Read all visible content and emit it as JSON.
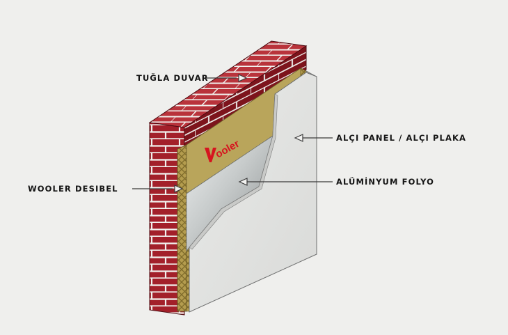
{
  "labels": {
    "brick_wall": "TUĞLA DUVAR",
    "insulation": "WOOLER DESIBEL",
    "gypsum_board": "ALÇI PANEL / ALÇI PLAKA",
    "aluminium_foil": "ALÜMİNYUM FOLYO"
  },
  "brand": {
    "logo_text": "Wooler"
  },
  "colors": {
    "background": "#efefed",
    "brick": "#a3202a",
    "brick_dark": "#6e1018",
    "mortar": "#f1f1ee",
    "insulation": "#b9a55b",
    "foil": "#bfc3c4",
    "board": "#e2e3e1",
    "logo_accent": "#d6141f"
  },
  "icons": {
    "callout_marker": "hollow-arrowhead-icon"
  }
}
